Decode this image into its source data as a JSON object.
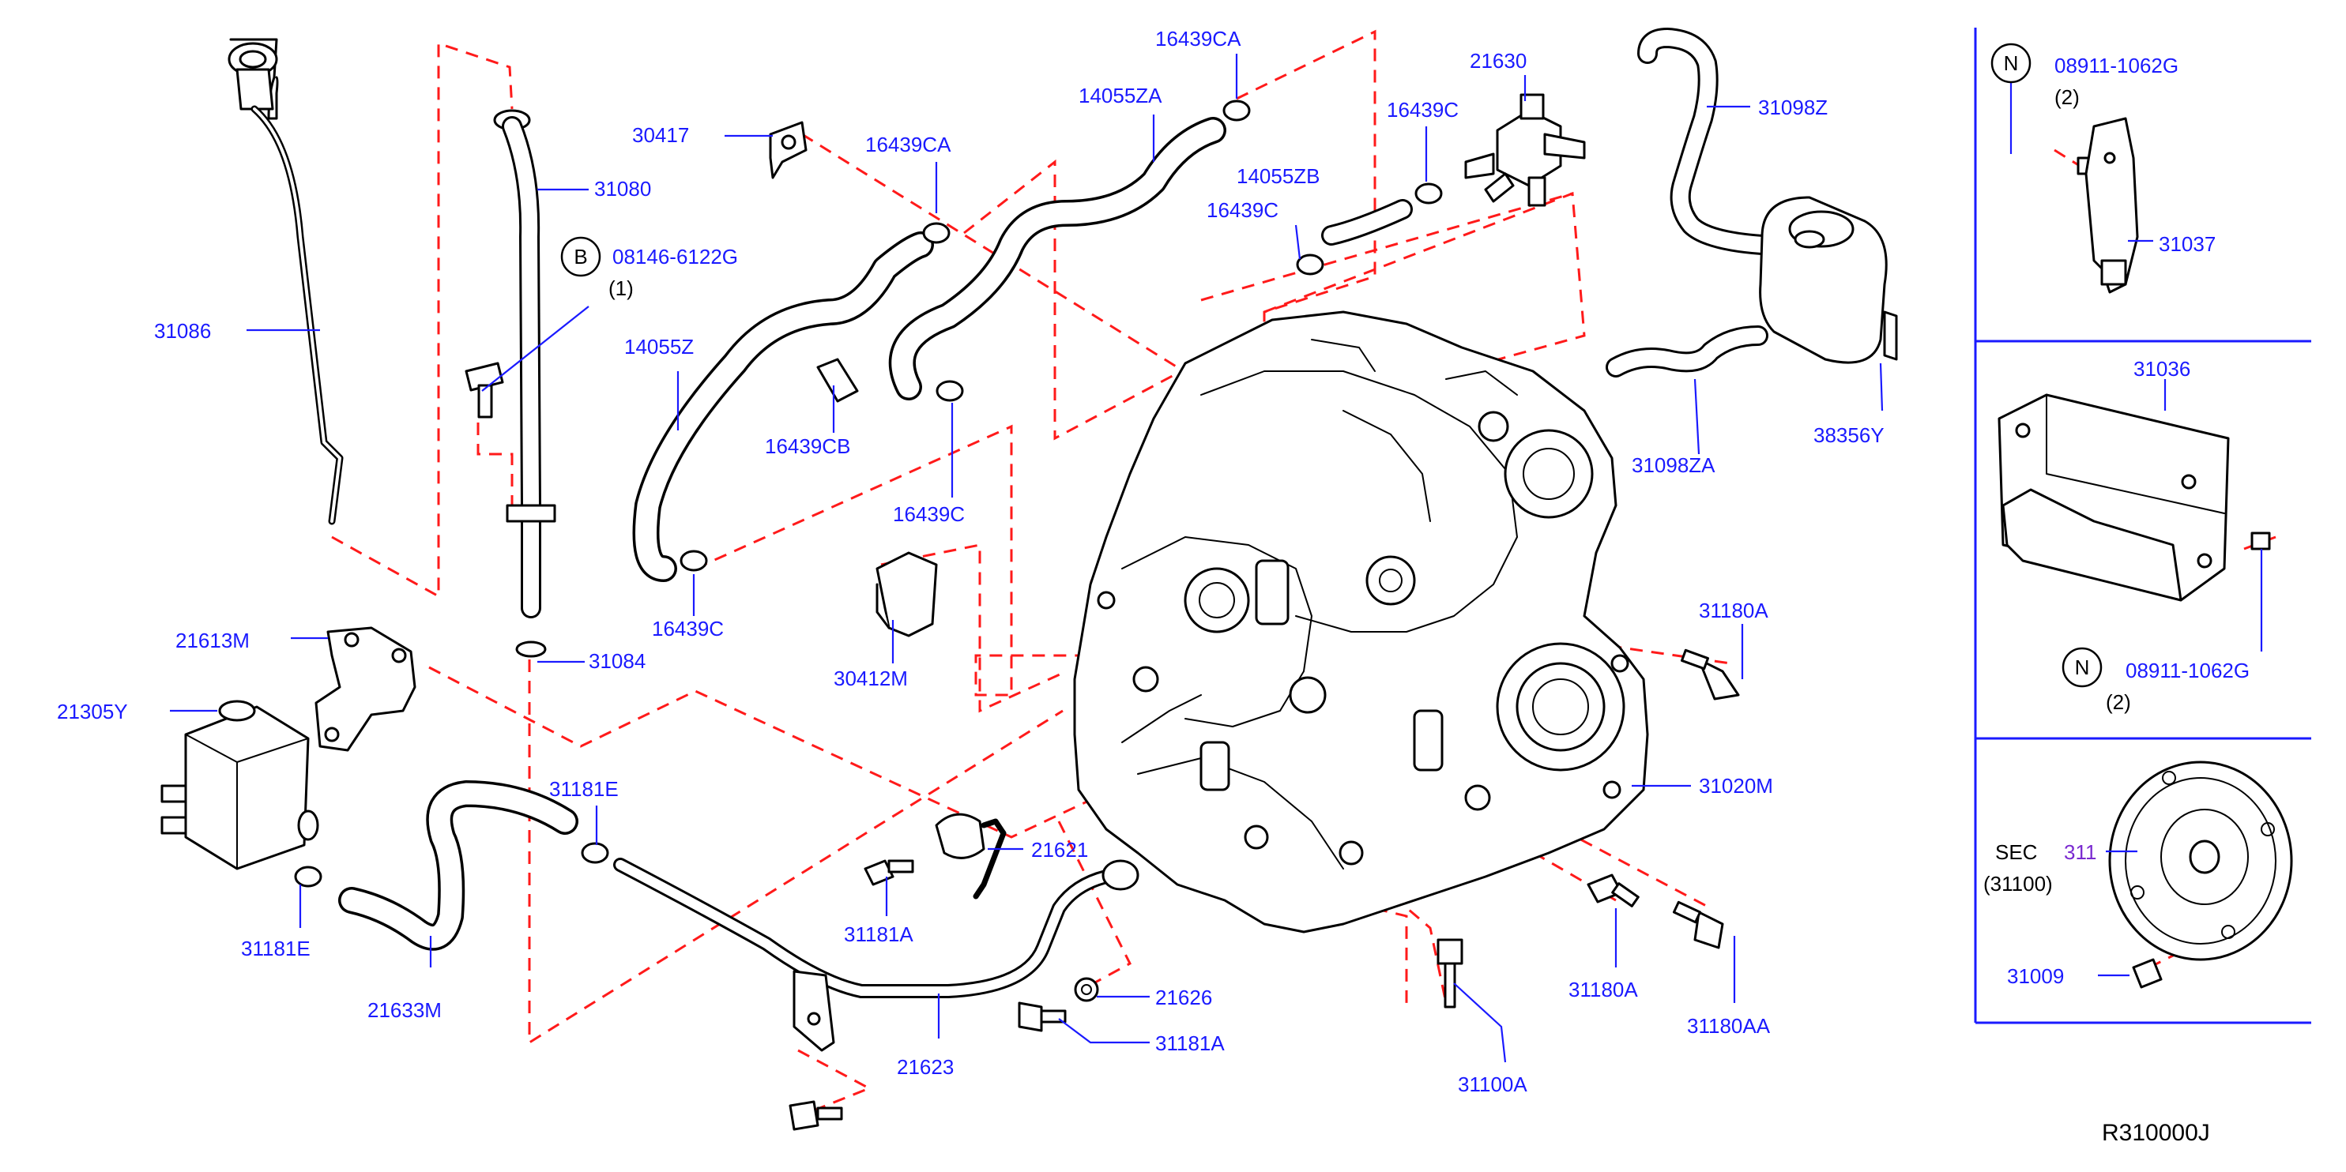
{
  "diagram_code": "R310000J",
  "labels": {
    "31086": "31086",
    "31080": "31080",
    "08146_6122G": "08146-6122G",
    "qty_b": "(1)",
    "31084": "31084",
    "30417": "30417",
    "16439CA_a": "16439CA",
    "16439CA_b": "16439CA",
    "14055ZA": "14055ZA",
    "14055Z": "14055Z",
    "16439CB": "16439CB",
    "16439C_a": "16439C",
    "16439C_b": "16439C",
    "16439C_c": "16439C",
    "16439C_d": "16439C",
    "14055ZB": "14055ZB",
    "21630": "21630",
    "31098Z": "31098Z",
    "31098ZA": "31098ZA",
    "38356Y": "38356Y",
    "30412M": "30412M",
    "21613M": "21613M",
    "21305Y": "21305Y",
    "31181E_a": "31181E",
    "31181E_b": "31181E",
    "21633M": "21633M",
    "21621": "21621",
    "31181A_a": "31181A",
    "31181A_b": "31181A",
    "21626": "21626",
    "21623": "21623",
    "31020M": "31020M",
    "31180A_a": "31180A",
    "31180A_b": "31180A",
    "31180AA": "31180AA",
    "31100A": "31100A",
    "08911_1062G_a": "08911-1062G",
    "qty_n_a": "(2)",
    "31037": "31037",
    "31036": "31036",
    "08911_1062G_b": "08911-1062G",
    "qty_n_b": "(2)",
    "sec": "SEC",
    "sec_num": "311",
    "sec_ref": "(31100)",
    "31009": "31009"
  },
  "symbols": {
    "bolt_symbol": "B",
    "nut_symbol_a": "N",
    "nut_symbol_b": "N"
  },
  "colors": {
    "part_number": "#1a1aff",
    "dash_line": "#ff1a1a",
    "section_ref": "#7a2ad0",
    "line_art": "#000000"
  }
}
